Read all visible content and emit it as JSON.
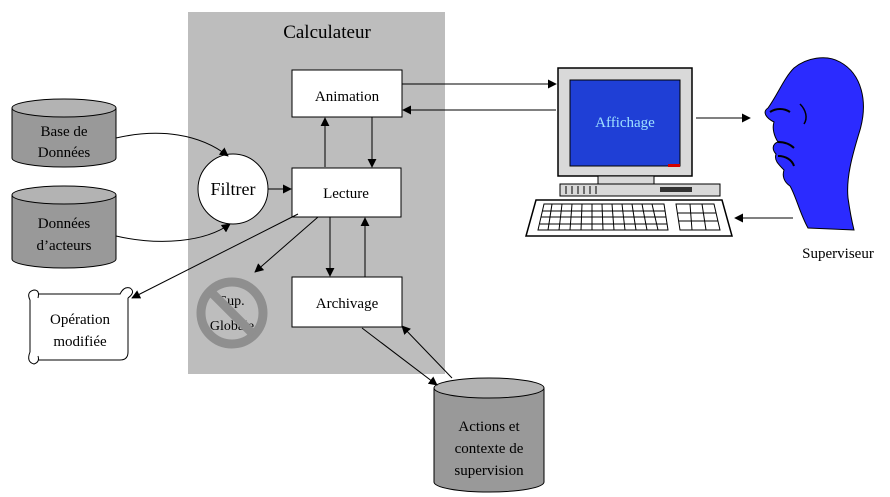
{
  "calculator": {
    "title": "Calculateur"
  },
  "blocks": {
    "animation": "Animation",
    "lecture": "Lecture",
    "archivage": "Archivage"
  },
  "filter": {
    "label": "Filtrer"
  },
  "databases": {
    "base_line1": "Base de",
    "base_line2": "Données",
    "acteurs_line1": "Données",
    "acteurs_line2": "d’acteurs",
    "actions_line1": "Actions et",
    "actions_line2": "contexte de",
    "actions_line3": "supervision"
  },
  "scroll": {
    "line1": "Opération",
    "line2": "modifiée"
  },
  "suppression": {
    "line1": "Sup.",
    "line2": "Globale"
  },
  "computer": {
    "screen_label": "Affichage",
    "screen_color": "#1f3fd6"
  },
  "supervisor": {
    "label": "Superviseur",
    "head_color": "#2b2bff"
  }
}
